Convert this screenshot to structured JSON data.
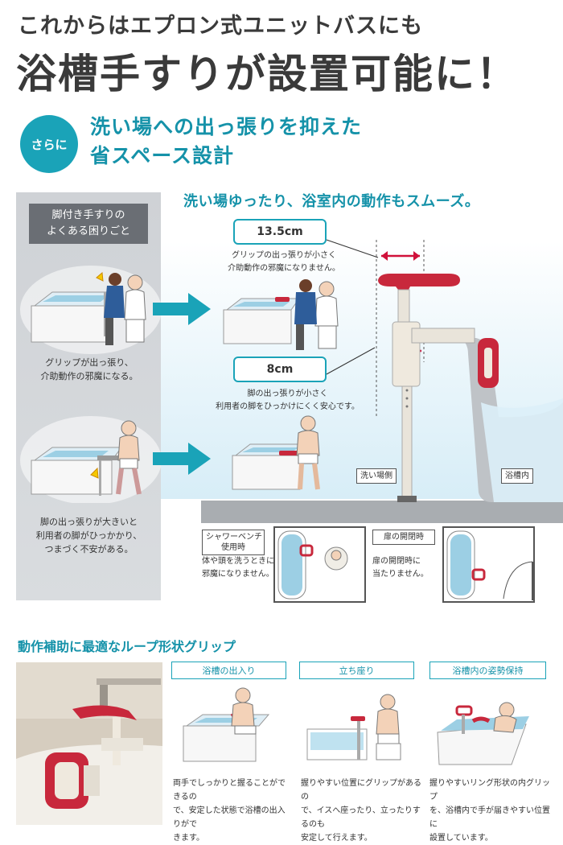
{
  "header": {
    "headline_1": "これからはエプロン式ユニットバスにも",
    "headline_2": "浴槽手すりが設置可能に！",
    "badge": "さらに",
    "sub_line_1": "洗い場への出っ張りを抑えた",
    "sub_line_2": "省スペース設計"
  },
  "problem": {
    "title_1": "脚付き手すりの",
    "title_2": "よくある困りごと",
    "case1_line1": "グリップが出っ張り、",
    "case1_line2": "介助動作の邪魔になる。",
    "case2_line1": "脚の出っ張りが大きいと",
    "case2_line2": "利用者の脚がひっかかり、",
    "case2_line3": "つまづく不安がある。"
  },
  "solution": {
    "tagline": "洗い場ゆったり、浴室内の動作もスムーズ。",
    "dim1": "13.5cm",
    "dim1_line1": "グリップの出っ張りが小さく",
    "dim1_line2": "介助動作の邪魔になりません。",
    "dim2": "8cm",
    "dim2_line1": "脚の出っ張りが小さく",
    "dim2_line2": "利用者の脚をひっかけにくく安心です。",
    "label_washing": "洗い場側",
    "label_inside": "浴槽内"
  },
  "plans": {
    "shower_label_1": "シャワーベンチ",
    "shower_label_2": "使用時",
    "shower_line1": "体や頭を洗うときにも",
    "shower_line2": "邪魔になりません。",
    "door_label": "扉の開閉時",
    "door_line1": "扉の開閉時に",
    "door_line2": "当たりません。"
  },
  "grip": {
    "title": "動作補助に最適なループ形状グリップ",
    "box1_label": "浴槽の出入り",
    "box1_line1": "両手でしっかりと握ることができるの",
    "box1_line2": "で、安定した状態で浴槽の出入りがで",
    "box1_line3": "きます。",
    "box2_label": "立ち座り",
    "box2_line1": "握りやすい位置にグリップがあるの",
    "box2_line2": "で、イスへ座ったり、立ったりするのも",
    "box2_line3": "安定して行えます。",
    "box3_label": "浴槽内の姿勢保持",
    "box3_line1": "握りやすいリング形状の内グリップ",
    "box3_line2": "を、浴槽内で手が届きやすい位置に",
    "box3_line3": "設置しています。"
  },
  "colors": {
    "accent": "#1aa3b8",
    "accent_text": "#1592a9",
    "grip_red": "#c8283c",
    "headline": "#3a3a3a"
  }
}
